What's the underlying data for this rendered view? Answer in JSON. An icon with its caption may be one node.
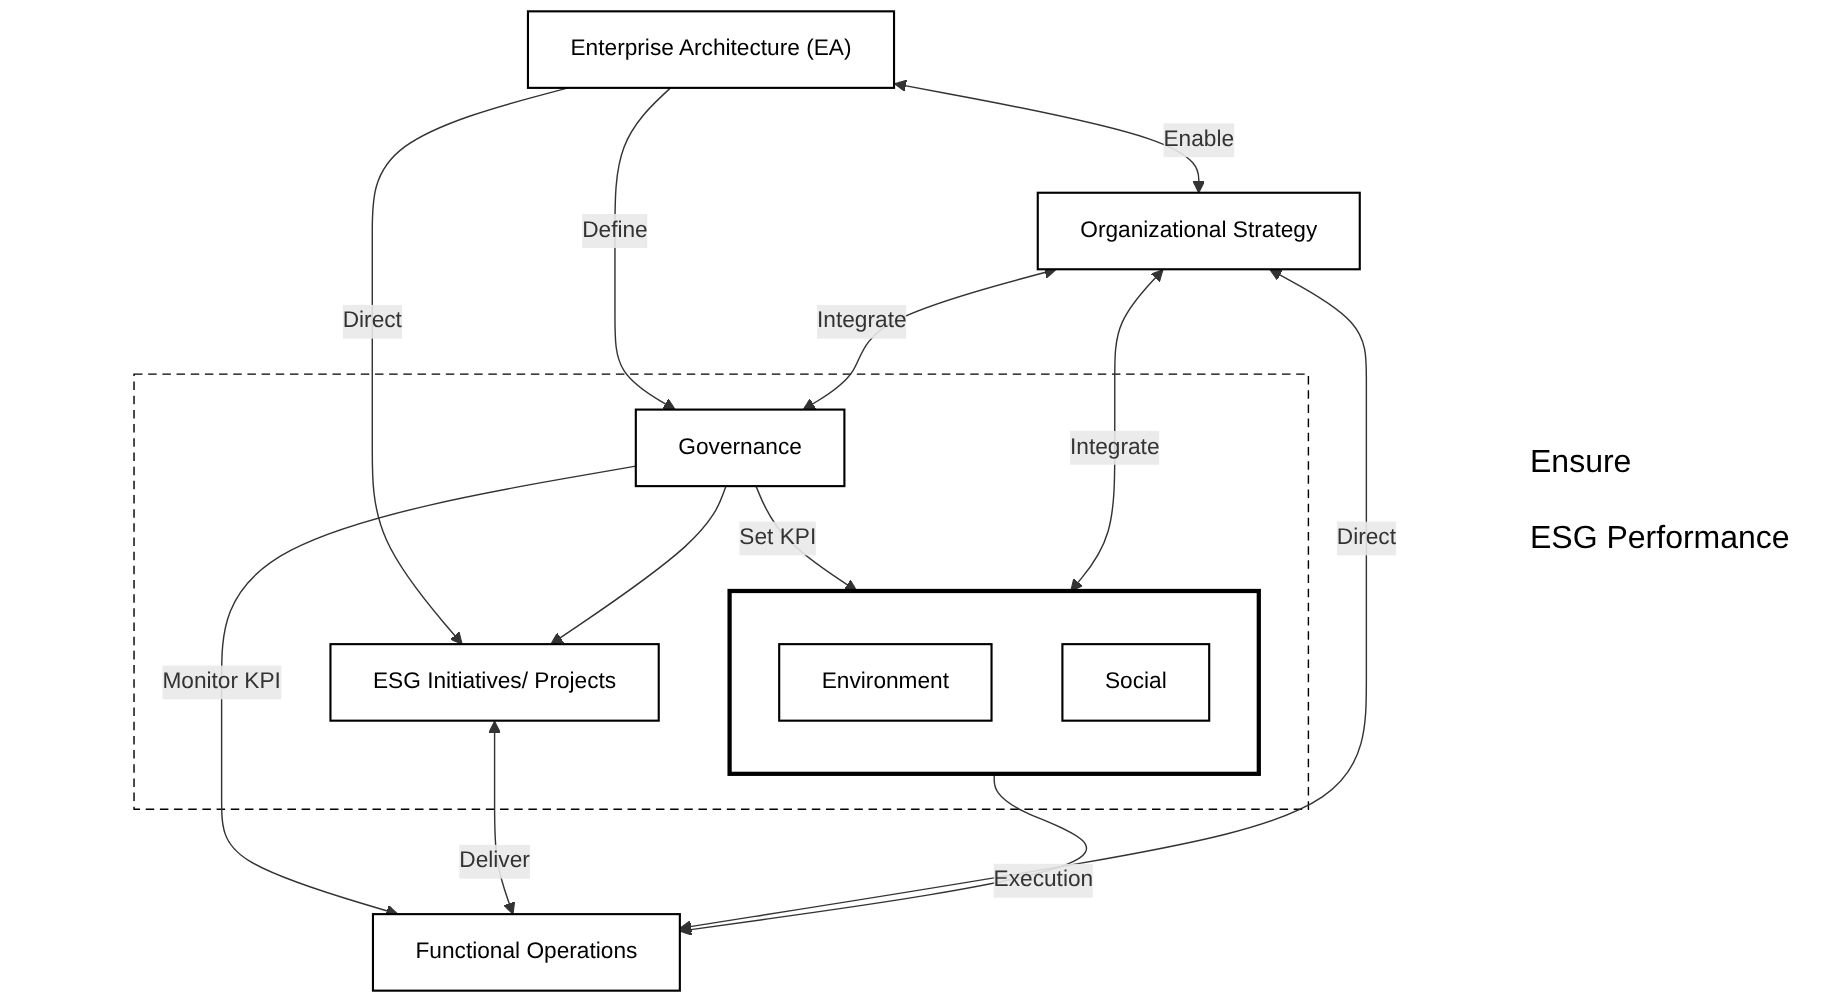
{
  "diagram": {
    "nodes": [
      {
        "text": [
          "Enterprise Architecture (EA)"
        ]
      },
      {
        "text": [
          "Organizational Strategy"
        ]
      },
      {
        "text": [],
        "shape": "box"
      },
      {
        "text": [
          "Governance"
        ],
        "in": 2
      },
      {
        "text": [],
        "shape": "box",
        "in": 2
      },
      {
        "text": [
          "Environment"
        ],
        "in": 4
      },
      {
        "text": [
          "Social"
        ],
        "in": 4
      },
      {
        "text": [
          "ESG Initiatives/ Projects"
        ],
        "in": 2
      },
      {
        "text": [
          "Functional Operations"
        ]
      }
    ],
    "edges": [
      {
        "from": 0,
        "to": 1,
        "arrow": "both",
        "label": "Enable"
      },
      {
        "from": 0,
        "to": 3,
        "arrow": "to",
        "label": "Define"
      },
      {
        "from": 0,
        "to": 7,
        "arrow": "to",
        "label": "Direct"
      },
      {
        "from": 1,
        "to": 3,
        "arrow": "both",
        "label": "Integrate"
      },
      {
        "from": 3,
        "to": 7,
        "arrow": "to"
      },
      {
        "from": 3,
        "to": 4,
        "arrow": "to",
        "label": "Set KPI"
      },
      {
        "from": 1,
        "to": 4,
        "arrow": "both",
        "label": "Integrate"
      },
      {
        "from": 3,
        "to": 8,
        "arrow": "to",
        "label": "Monitor KPI"
      },
      {
        "from": 4,
        "to": 8,
        "arrow": "to",
        "label": "Execution"
      },
      {
        "from": 7,
        "to": 8,
        "arrow": "both",
        "label": "Deliver"
      },
      {
        "from": 1,
        "to": 8,
        "arrow": "both",
        "label": "Direct"
      }
    ],
    "labels": [
      "Ensure",
      "ESG Performance"
    ]
  }
}
